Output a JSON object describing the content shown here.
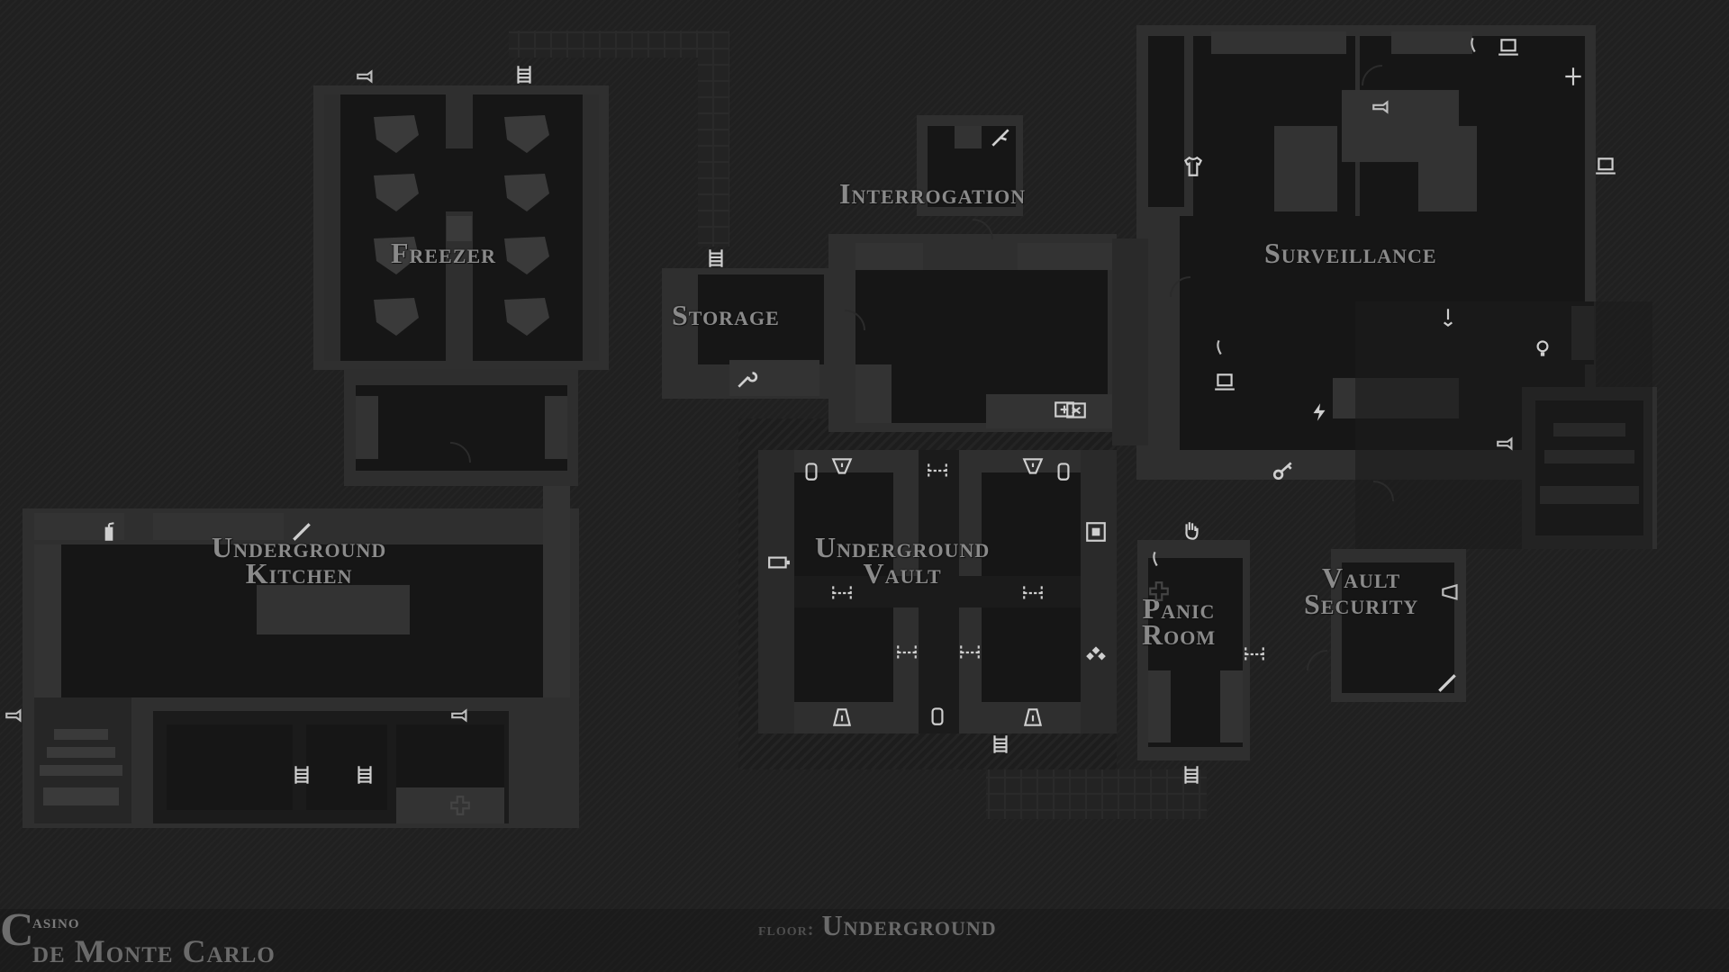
{
  "map": {
    "rooms": [
      {
        "id": "freezer",
        "label": "Freezer"
      },
      {
        "id": "storage",
        "label": "Storage"
      },
      {
        "id": "interrogation",
        "label": "Interrogation"
      },
      {
        "id": "surveillance",
        "label": "Surveillance"
      },
      {
        "id": "kitchen",
        "label_line1": "Underground",
        "label_line2": "Kitchen"
      },
      {
        "id": "vault",
        "label_line1": "Underground",
        "label_line2": "Vault"
      },
      {
        "id": "panic",
        "label_line1": "Panic",
        "label_line2": "Room"
      },
      {
        "id": "vault-security",
        "label_line1": "Vault",
        "label_line2": "Security"
      }
    ],
    "icons": [
      "ladder-icon",
      "camera-icon",
      "wrench-icon",
      "knife-icon",
      "shirt-icon",
      "laptop-icon",
      "phone-icon",
      "extinguisher-icon",
      "medkit-icon",
      "hand-icon",
      "key-icon",
      "drill-icon",
      "bag-icon",
      "alarm-icon",
      "safe-icon",
      "diamond-icon",
      "battery-icon",
      "electric-icon",
      "door-icon",
      "warning-icon",
      "info-icon"
    ]
  },
  "footer": {
    "map_title_cap": "C",
    "map_title_line1": "asino",
    "map_title_line2": "de Monte Carlo",
    "floor_label": "floor:",
    "floor_value": "Underground"
  },
  "colors": {
    "background": "#202020",
    "wall": "#1b1b1b",
    "floor": "#151515",
    "furniture": "#333333",
    "label": "#8a8a8a",
    "icon": "#c8c8c8"
  }
}
